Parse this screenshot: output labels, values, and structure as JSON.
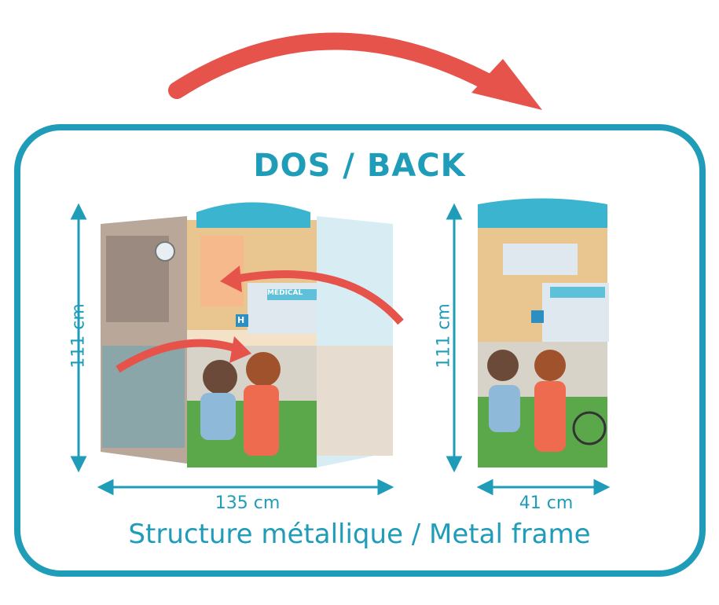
{
  "title": "DOS / BACK",
  "footer": "Structure métallique / Metal frame",
  "dimensions": {
    "left_height": "111 cm",
    "left_width": "135 cm",
    "right_height": "111 cm",
    "right_width": "41 cm"
  },
  "panel_sign": "MEDICAL",
  "hospital_sign": "H",
  "colors": {
    "teal": "#1f9cb8",
    "red_arrow": "#e5534b",
    "panel_blue": "#3ab4cf"
  }
}
